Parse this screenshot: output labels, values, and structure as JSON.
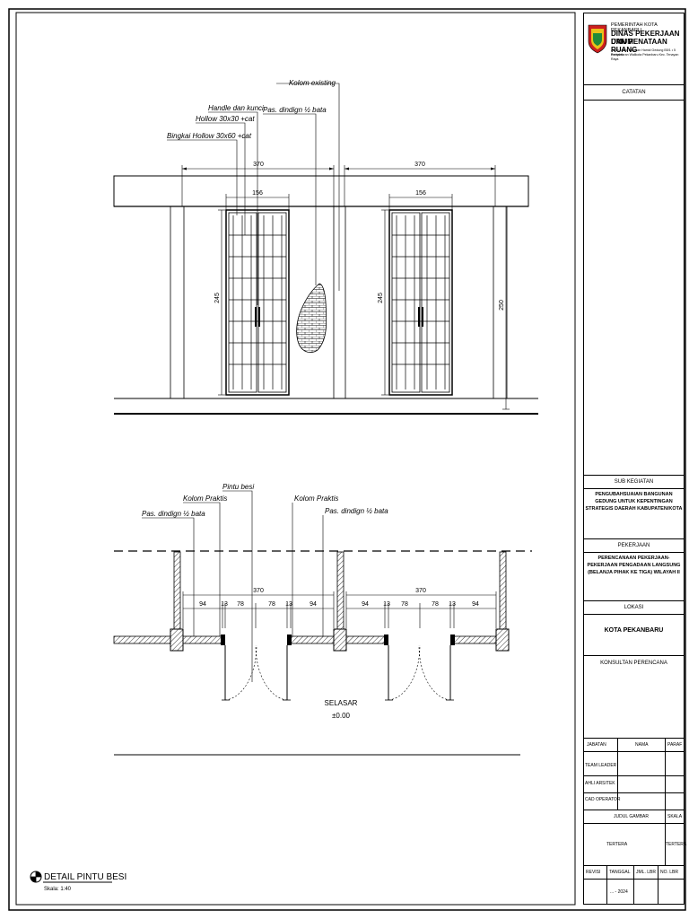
{
  "drawing": {
    "elevation_labels": {
      "kolom_existing": "Kolom existing",
      "handle": "Handle dan kunci",
      "hollow_30": "Hollow 30x30 +cat",
      "bingkai": "Bingkai Hollow 30x60 +cat",
      "pas_dinding": "Pas. dindign ½ bata"
    },
    "elevation_dims": {
      "w1": "370",
      "w2": "370",
      "door1": "156",
      "door2": "156",
      "h1": "245",
      "h2": "245",
      "h3": "250"
    },
    "plan_labels": {
      "pintu_besi": "Pintu besi",
      "kolom_praktis_1": "Kolom Praktis",
      "pas_dinding_1": "Pas. dindign ½ bata",
      "kolom_praktis_2": "Kolom Praktis",
      "pas_dinding_2": "Pas. dindign ½ bata",
      "selasar": "SELASAR",
      "level": "±0.00"
    },
    "plan_dims": {
      "total_left": "370",
      "total_right": "370",
      "segments": [
        "94",
        "13",
        "78",
        "78",
        "13",
        "94",
        "94",
        "13",
        "78",
        "78",
        "13",
        "94"
      ]
    },
    "detail_title": "DETAIL PINTU BESI",
    "detail_scale": "Skala: 1:40"
  },
  "title_block": {
    "logo_line1": "PEMERINTAH KOTA PEKANBARU",
    "logo_line2": "DINAS PEKERJAAN UMUM",
    "logo_line3": "DAN PENATAAN RUANG",
    "logo_addr1": "Jalan Abdul Rahman Hamid Gedung B5/1 • 5 Komplek",
    "logo_addr2": "Perkantoran Walikota Pekanbaru Kec. Tenayan Raya",
    "catatan": "CATATAN",
    "sub_kegiatan": "SUB KEGIATAN",
    "sub_kegiatan_value": "PENGUBAHSUAIAN BANGUNAN GEDUNG UNTUK KEPENTINGAN STRATEGIS DAERAH KABUPATEN/KOTA",
    "pekerjaan": "PEKERJAAN",
    "pekerjaan_value": "PERENCANAAN PEKERJAAN-PEKERJAAN PENGADAAN LANGSUNG (BELANJA PIHAK KE TIGA) WILAYAH II",
    "lokasi": "LOKASI",
    "lokasi_value": "KOTA PEKANBARU",
    "konsultan": "KONSULTAN PERENCANA",
    "col_jabatan": "JABATAN",
    "col_nama": "NAMA",
    "col_paraf": "PARAF",
    "row_team_leader": "TEAM LEADER",
    "row_ahli_arsitek": "AHLI ARSITEK",
    "row_cad_operator": "CAD OPERATOR",
    "judul_gambar": "JUDUL GAMBAR",
    "skala": "SKALA",
    "tertera_judul": "TERTERA",
    "tertera_skala": "TERTERA",
    "revisi": "REVISI",
    "tanggal": "TANGGAL",
    "jml_lbr": "JML. LBR",
    "no_lbr": "NO. LBR",
    "tanggal_value": "... - 2024"
  },
  "colors": {
    "line": "#000000",
    "logo_red": "#cc1f1f",
    "logo_green": "#1f8a3a",
    "logo_yellow": "#e8c21a"
  }
}
